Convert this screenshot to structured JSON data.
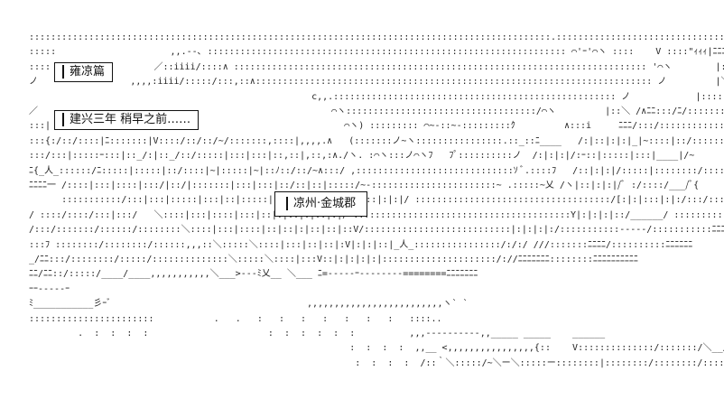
{
  "captions": {
    "place_title": "雍凉篇",
    "era_line": "建兴三年 稍早之前……",
    "location": "凉州·金城郡"
  },
  "art": {
    "lines": [
      "::::::::::::::::::::::::::::::::::::::::::::::::::::::::::::::::::::::::::::::::::::::::::::::::.::::::::::::::::::::::::::::::::/⌒ヽ     V::/:::::::::|ﾆﾆ::::::::::|iiii,,,,,,,",
      ":::::                     ,,.--､ :::::::::::::::::::::::::::::::::::::::::::::::::::::::::::::::::: ⌒'ｰ'⌒ヽ ::::    V ::::\"ｨｨｨ|ﾆﾆﾆ::::::::ヽ:::iii,,,",
      "::::                   ／::iiii/::::∧ :::::::::::::::::::::::::::::::::::::::::::::::::::::::::::::::::::::::::::: '⌒ヽ        |:::::::::::/::::::::::/:::::::::|ﾆﾆ",
      "ノ                 ,,,,:iiii/:::::/:::,::∧::::::::::::::::::::::::::::::::::::::::::::::::::::::::::::::::::::::::: ノ         |＼/ ::::::::::::::|____/",
      "                                                    c,,.:::::::::::::::::::::::::::::::::::::::::::::::::::: ノ            |::::::｀~-::::::.,.,.,::::::|,,,,,,,,,,",
      "／                                                      ⌒ヽ:::::::::::::::::::::::::::::::::::/⌒ヽ         |::＼ /∧ﾆﾆ:::/ﾆ/::::::::::::",
      ":::|                                                      ⌒ヽ) ::::::::: ⌒~-::~-:::::::::ｸ         ∧:::i     ﾆﾆﾆ/:::/::::::::::::",
      ":::{:/::/::::|ﾆ:::::::|V::::/::/::/~/:::::::,::::|,,,,.∧   (:::::::ノ~ヽ::::::::::::::::.::_::ﾆ____   /:|::|:|:|_|~::::|::/:::::::/::::",
      ":::/:::|:::::ｰ:::|::_/:|::_/::/:::::|:::|:::|::,::|,::,:∧./ヽ. :⌒ヽ:::ノ⌒ヽﾌ   ﾌﾟ::::::::::ノ  /:|:|:|/:ｰ::|:::::|:::|____|/~",
      "ﾆ{_人_::::::/ﾆ:::::|:::::|::/::::|~|:::::|~|::ﾉ::/::/~∧:::/ ,:::::::::::::::::::::::::::::ｿ ﾞ.::::ﾌ   /::|:|:|/:::::|::::::::/:::::::/:::::::",
      "ﾆﾆﾆﾆ一 /::::|:::|::::|:::/|::/|:::::::|:::|:::|::/::|::|:::::/~-:::::::::::::::::::::::~ .:::::~乂 /ヽ|::|:|:|/ﾞ :/::::/___/ﾞ{",
      "      :::::::::::/:::|:::|:::::|:::|::|:::::|:::::|::|:::|:::|::|:|:|/ ::::::::::::::::::::::::::::::::::::/[:|:|:::|:|:/:::/:::/ ::::::::::＼___",
      "/ ::::/::::/:::|:::/   ＼::::|:::|::::|:::|::|:|::|:|::|:|/ ::::::::::::::::::::::::::::::::::::::::Y|:|:|:|::/______/ ::::::::::",
      "/:::/:::::::/::::::/::::::::＼::::|:::|::::|::|::|:|::|::|::V/:::::::::::::::::::::::::::|:|:|:|:/:::::::::::-----/:::::::::::ﾆﾆﾆ",
      ":::ﾌ ::::::::/::::::::/::::::,,,::＼:::::＼::::|:::|::|::|:V|:|:|::|_人_::::::::::::::::/:/:/ ///:::::::ﾆﾆﾆﾆ/::::::::::ﾆﾆﾆﾆﾆﾆ",
      "_/ﾆﾆ:::/::::::::/:::::/::::::::::::::＼:::::＼::::|:::V::|:|:|:|:|:::::::::::::::::::::/://ﾆﾆﾆﾆﾆﾆﾆ::::::::ﾆﾆﾆﾆﾆﾆﾆﾆﾆﾆ",
      "ﾆﾆ/ﾆﾆ::/:::::/____/____,,,,,,,,,,,＼___>---ﾐ乂__ ＼___ ﾆ=-----ｰ--------========ﾆﾆﾆﾆﾆﾆﾆ",
      "ｰｰ-----ｰ                                                                                          ",
      "ﾐ___________彡ｰﾞ                                    ,,,,,,,,,,,,,,,,,,,,,,,,,ヽ` `",
      ":::::::::::::::::::::::           .   .   :   :   :   :   :   :   :   ::::..                                         ",
      "         .  :  :  :  :                      :  :  :  :  :  :          ,,,----------,,_____ _____    ______",
      "                                                           :  :  :  :  ,,__ <,,,,,,,,,,,,,,,,{::    V::::::::::::::/:::::::/＼__/ｰ⌒ >ー",
      "                                                            :  :  :  :  /::｀＼:::::/~＼ー＼:::::ー::::::::|::::::::/::::::::/:::::::::/ ::::::::::"
    ]
  }
}
